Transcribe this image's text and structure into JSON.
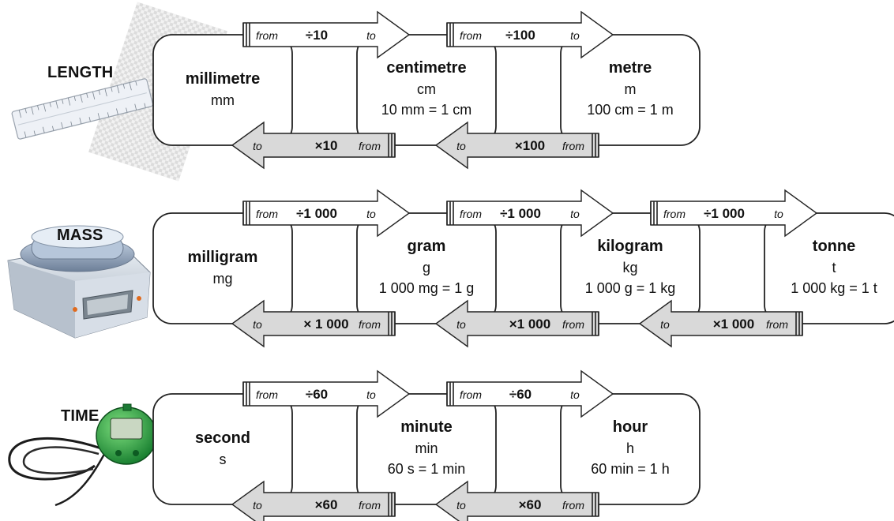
{
  "rows": [
    {
      "category": "LENGTH",
      "icon": "ruler-icon",
      "units": [
        {
          "name": "millimetre",
          "symbol": "mm",
          "relation": ""
        },
        {
          "name": "centimetre",
          "symbol": "cm",
          "relation": "10 mm = 1 cm"
        },
        {
          "name": "metre",
          "symbol": "m",
          "relation": "100 cm = 1 m"
        }
      ],
      "divide": [
        "÷10",
        "÷100"
      ],
      "multiply": [
        "×10",
        "×100"
      ]
    },
    {
      "category": "MASS",
      "icon": "scale-icon",
      "units": [
        {
          "name": "milligram",
          "symbol": "mg",
          "relation": ""
        },
        {
          "name": "gram",
          "symbol": "g",
          "relation": "1 000 mg = 1 g"
        },
        {
          "name": "kilogram",
          "symbol": "kg",
          "relation": "1 000 g = 1 kg"
        },
        {
          "name": "tonne",
          "symbol": "t",
          "relation": "1 000 kg = 1 t"
        }
      ],
      "divide": [
        "÷1 000",
        "÷1 000",
        "÷1 000"
      ],
      "multiply": [
        "× 1 000",
        "×1 000",
        "×1 000"
      ]
    },
    {
      "category": "TIME",
      "icon": "stopwatch-icon",
      "units": [
        {
          "name": "second",
          "symbol": "s",
          "relation": ""
        },
        {
          "name": "minute",
          "symbol": "min",
          "relation": "60 s = 1 min"
        },
        {
          "name": "hour",
          "symbol": "h",
          "relation": "60 min = 1 h"
        }
      ],
      "divide": [
        "÷60",
        "÷60"
      ],
      "multiply": [
        "×60",
        "×60"
      ]
    }
  ],
  "arrow_words": {
    "from": "from",
    "to": "to"
  },
  "colors": {
    "outline": "#222222",
    "arrow_right_fill": "#ffffff",
    "arrow_left_fill": "#d9d9d9"
  }
}
